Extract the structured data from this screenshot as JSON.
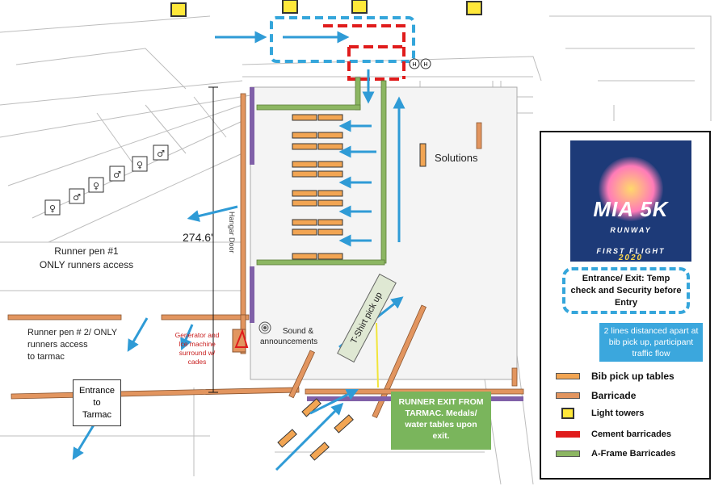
{
  "map": {
    "runner_pen_1": [
      "Runner pen #1",
      "ONLY runners access"
    ],
    "runner_pen_2": [
      "Runner pen # 2/ ONLY",
      "runners access",
      "to tarmac"
    ],
    "dimension": "274.6'",
    "hangar_door": "Hangar Door",
    "solutions": "Solutions",
    "sound": [
      "Sound &",
      "announcements"
    ],
    "generator": [
      "Generator and",
      "Ice machine",
      "surround w/",
      "cades"
    ],
    "tshirt": "T-Shirt pick up",
    "entrance_tarmac": [
      "Entrance",
      "to",
      "Tarmac"
    ],
    "runner_exit": [
      "RUNNER EXIT FROM",
      "TARMAC.  Medals/",
      "water tables upon",
      "exit."
    ]
  },
  "logo": {
    "line1": "MIA 5K",
    "line2": "RUNWAY",
    "line3": "FIRST FLIGHT",
    "line4": "2020"
  },
  "legend": {
    "entrance": "Entrance/ Exit: Temp check and Security before Entry",
    "info": "2 lines  distanced apart at bib pick up, participant traffic flow",
    "items": [
      {
        "label": "Bib pick up tables",
        "color": "#f2a553",
        "icon": "bib-table"
      },
      {
        "label": "Barricade",
        "color": "#e2955f",
        "icon": "barricade"
      },
      {
        "label": "Light towers",
        "color": "#ffe83a",
        "icon": "light-tower"
      },
      {
        "label": "Cement barricades",
        "color": "#e01c1c",
        "icon": "cement-barricade"
      },
      {
        "label": "A-Frame Barricades",
        "color": "#8cb662",
        "icon": "a-frame-barricade"
      }
    ]
  },
  "colors": {
    "arrow": "#2f9bd6",
    "barricade": "#e2955f",
    "aframe": "#8cb662",
    "purple": "#8060a8",
    "red": "#e01c1c",
    "navy": "#1d3a78"
  }
}
